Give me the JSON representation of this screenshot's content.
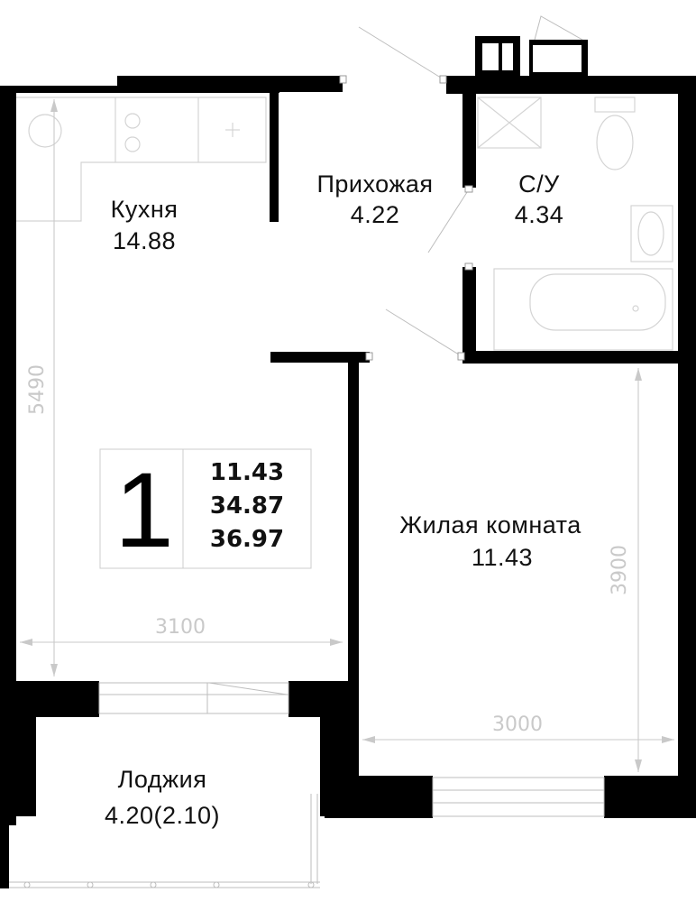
{
  "rooms": {
    "kitchen": {
      "name": "Кухня",
      "area": "14.88"
    },
    "hallway": {
      "name": "Прихожая",
      "area": "4.22"
    },
    "bathroom": {
      "name": "С/У",
      "area": "4.34"
    },
    "living": {
      "name": "Жилая комната",
      "area": "11.43"
    },
    "loggia": {
      "name": "Лоджия",
      "area": "4.20(2.10)"
    }
  },
  "summary": {
    "rooms_count": "1",
    "living_area": "11.43",
    "total_area": "34.87",
    "area_with_loggia": "36.97"
  },
  "dimensions": {
    "kitchen_height": "5490",
    "kitchen_width": "3100",
    "living_width": "3000",
    "living_height": "3900"
  },
  "colors": {
    "wall": "#000000",
    "dimension": "#c9c9c9",
    "fixture": "#d4d4d4"
  }
}
